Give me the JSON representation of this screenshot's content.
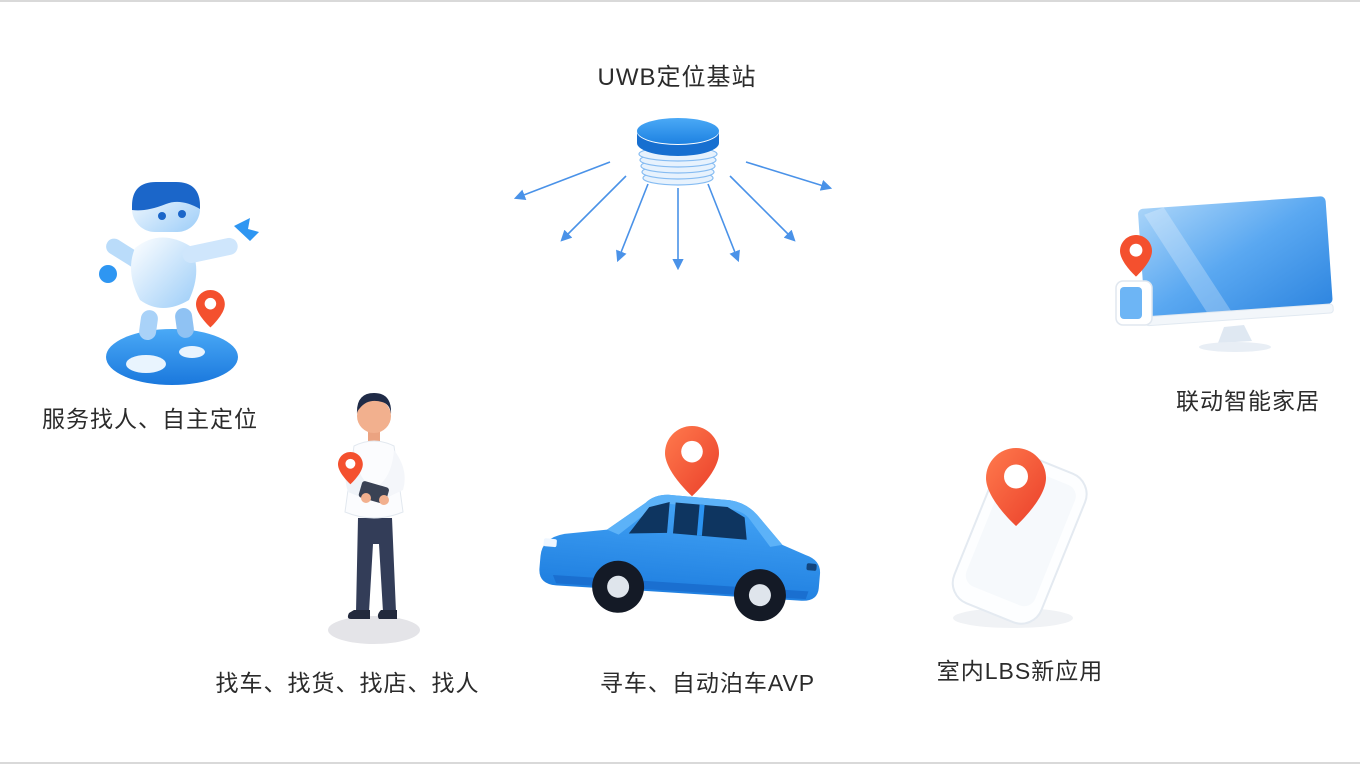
{
  "diagram": {
    "title": "UWB定位基站",
    "nodes": [
      {
        "id": "robot",
        "label": "服务找人、自主定位"
      },
      {
        "id": "person",
        "label": "找车、找货、找店、找人"
      },
      {
        "id": "car",
        "label": "寻车、自动泊车AVP"
      },
      {
        "id": "phone",
        "label": "室内LBS新应用"
      },
      {
        "id": "tv",
        "label": "联动智能家居"
      }
    ],
    "colors": {
      "primary_blue": "#2e96f2",
      "deep_blue": "#0e3560",
      "pin_red": "#f4502e",
      "arrow_blue": "#4a92e8",
      "text": "#2b2b2b",
      "background": "#ffffff"
    }
  }
}
